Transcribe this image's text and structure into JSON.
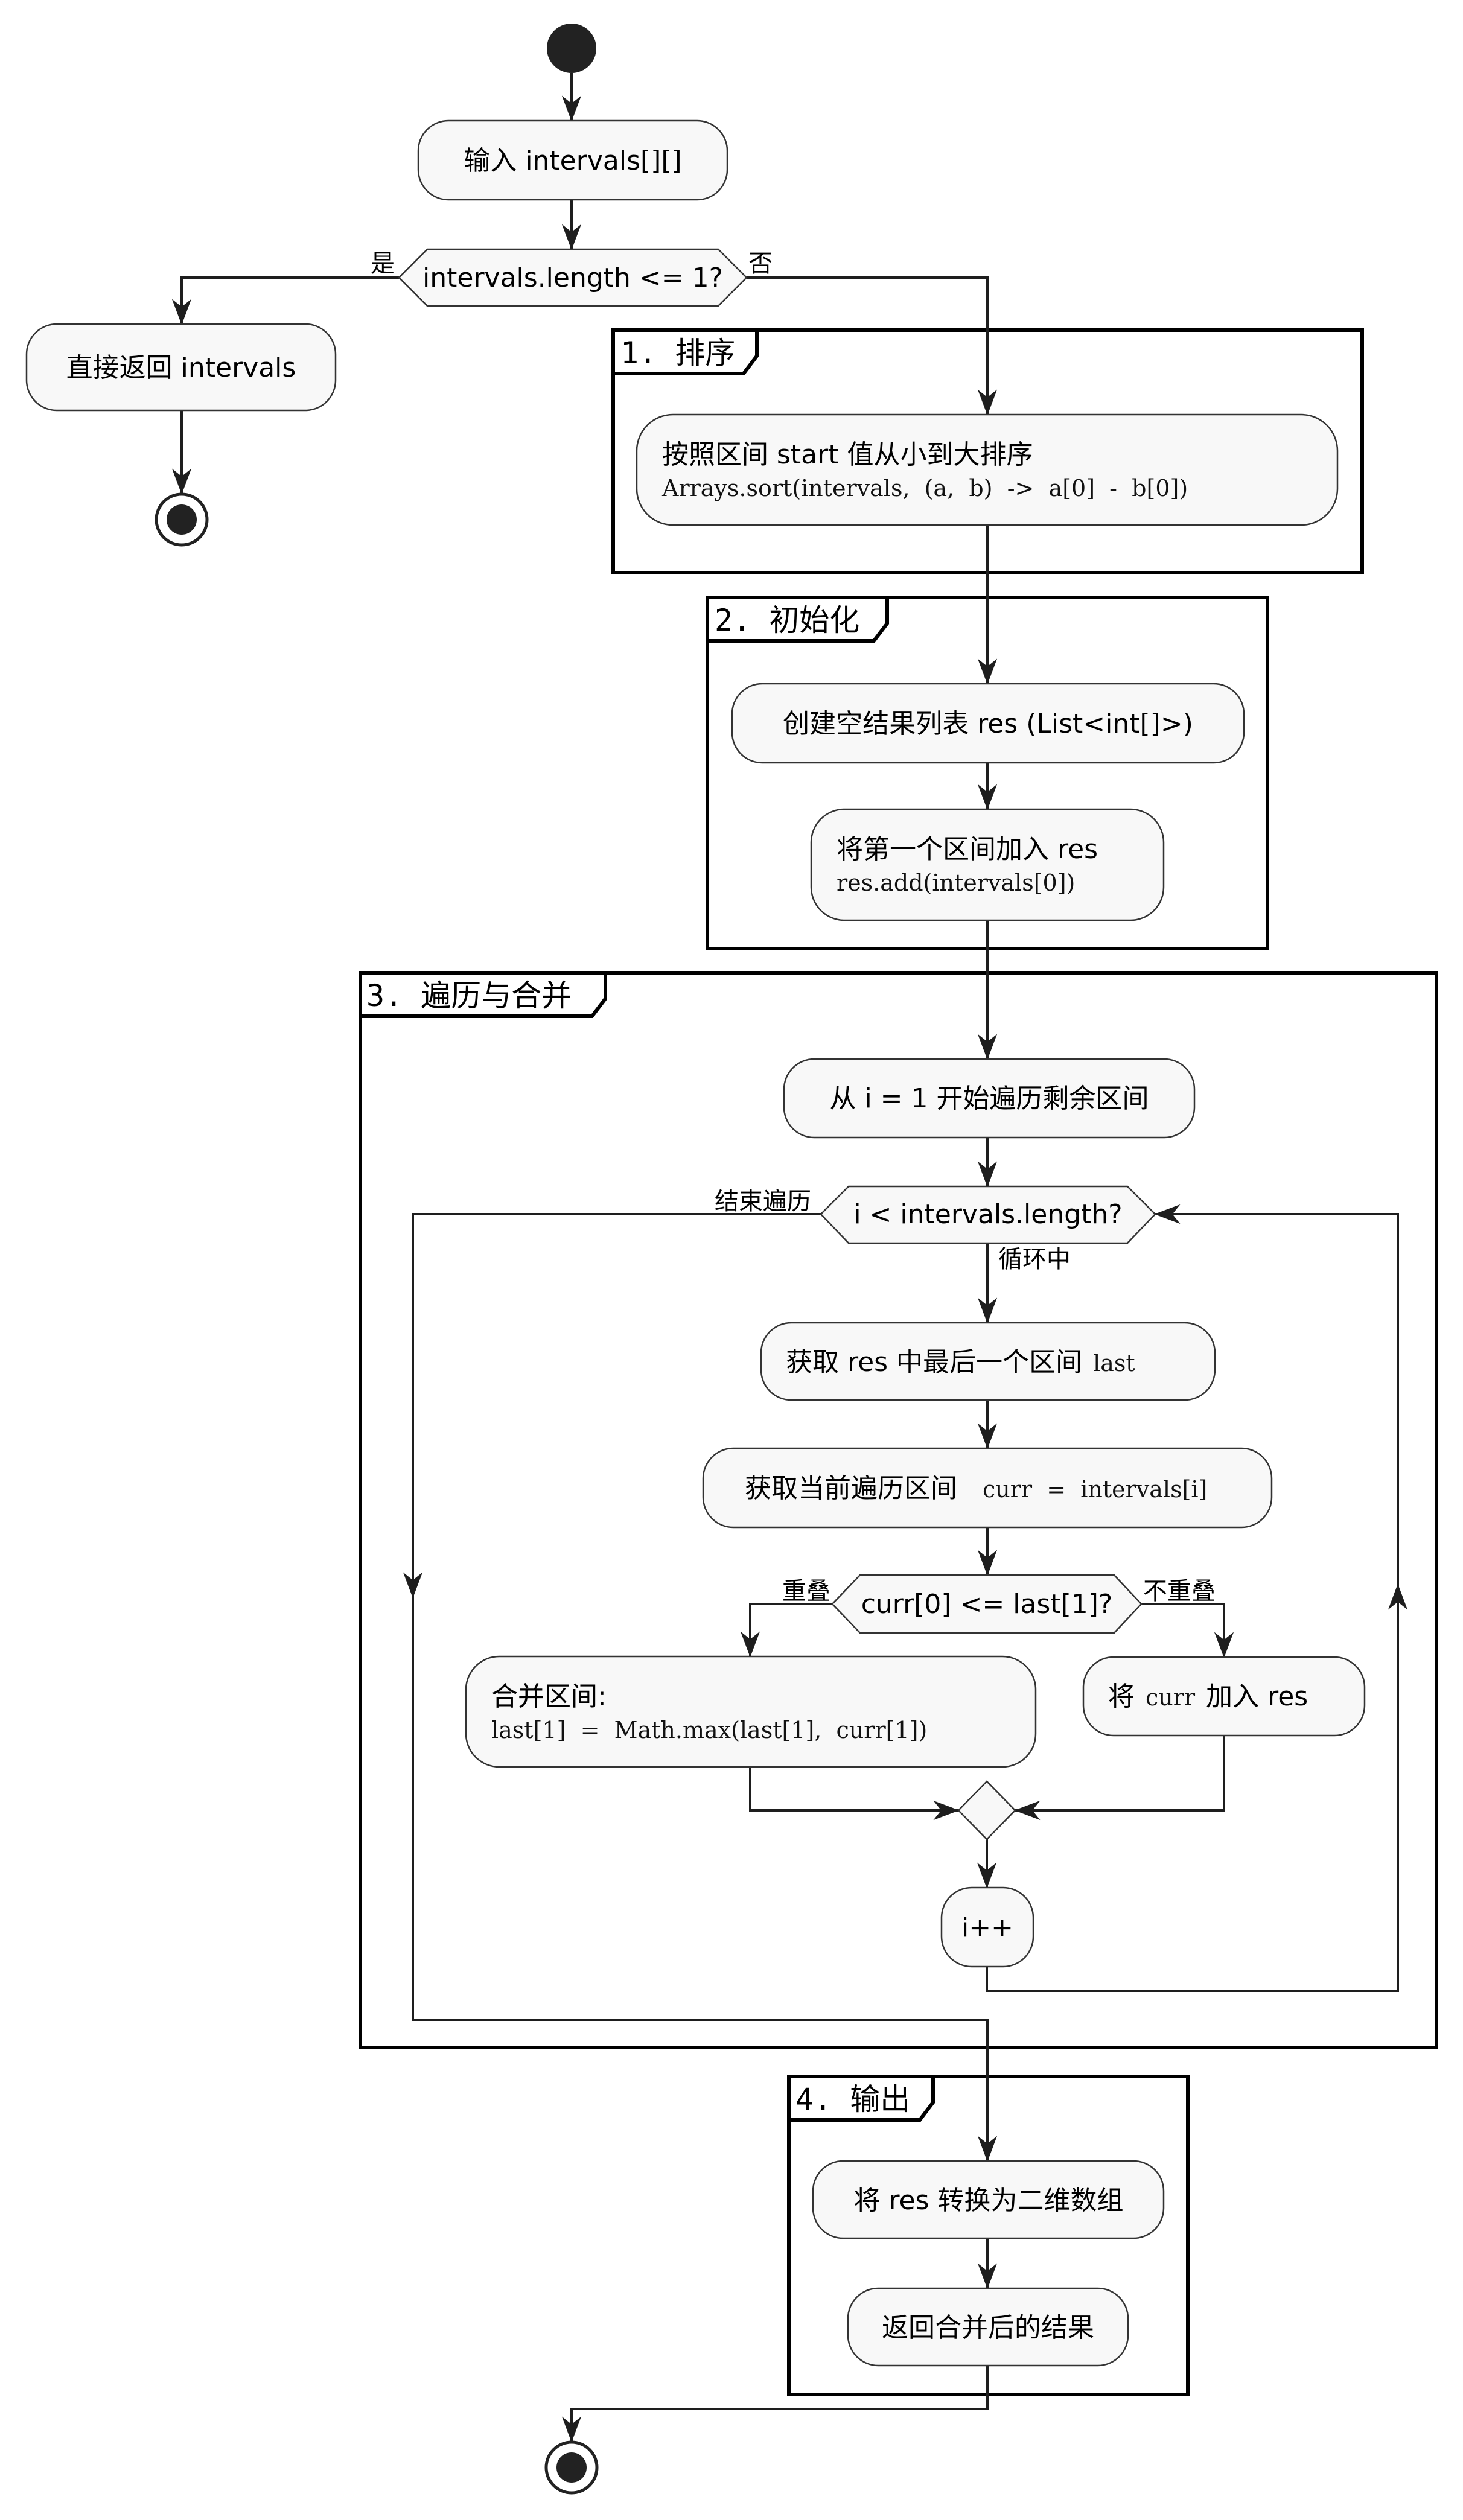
{
  "diagram": {
    "type": "activity-flowchart",
    "nodes": {
      "input": "输入 intervals[][]",
      "check_length": "intervals.length <= 1?",
      "check_yes": "是",
      "check_no": "否",
      "return_direct": "直接返回 intervals",
      "sort_title": "按照区间 start 值从小到大排序",
      "sort_code": "Arrays.sort(intervals,  (a,  b)  ->  a[0]  -  b[0])",
      "create_res": "创建空结果列表 res (List<int[]>)",
      "add_first_title": "将第一个区间加入 res",
      "add_first_code": "res.add(intervals[0])",
      "iter_start": "从 i = 1 开始遍历剩余区间",
      "loop_cond": "i < intervals.length?",
      "loop_exit": "结束遍历",
      "loop_in": "循环中",
      "get_last_text": "获取 res 中最后一个区间",
      "get_last_code": "last",
      "get_curr_text": "获取当前遍历区间",
      "get_curr_code": "curr  =  intervals[i]",
      "overlap_cond": "curr[0] <= last[1]?",
      "overlap_yes": "重叠",
      "overlap_no": "不重叠",
      "merge_title": "合并区间:",
      "merge_code": "last[1]  =  Math.max(last[1],  curr[1])",
      "append_prefix": "将",
      "append_code": "curr",
      "append_suffix": "加入 res",
      "increment": "i++",
      "convert": "将 res 转换为二维数组",
      "return_result": "返回合并后的结果"
    },
    "sections": [
      {
        "title": "1. 排序"
      },
      {
        "title": "2. 初始化"
      },
      {
        "title": "3. 遍历与合并"
      },
      {
        "title": "4. 输出"
      }
    ]
  }
}
